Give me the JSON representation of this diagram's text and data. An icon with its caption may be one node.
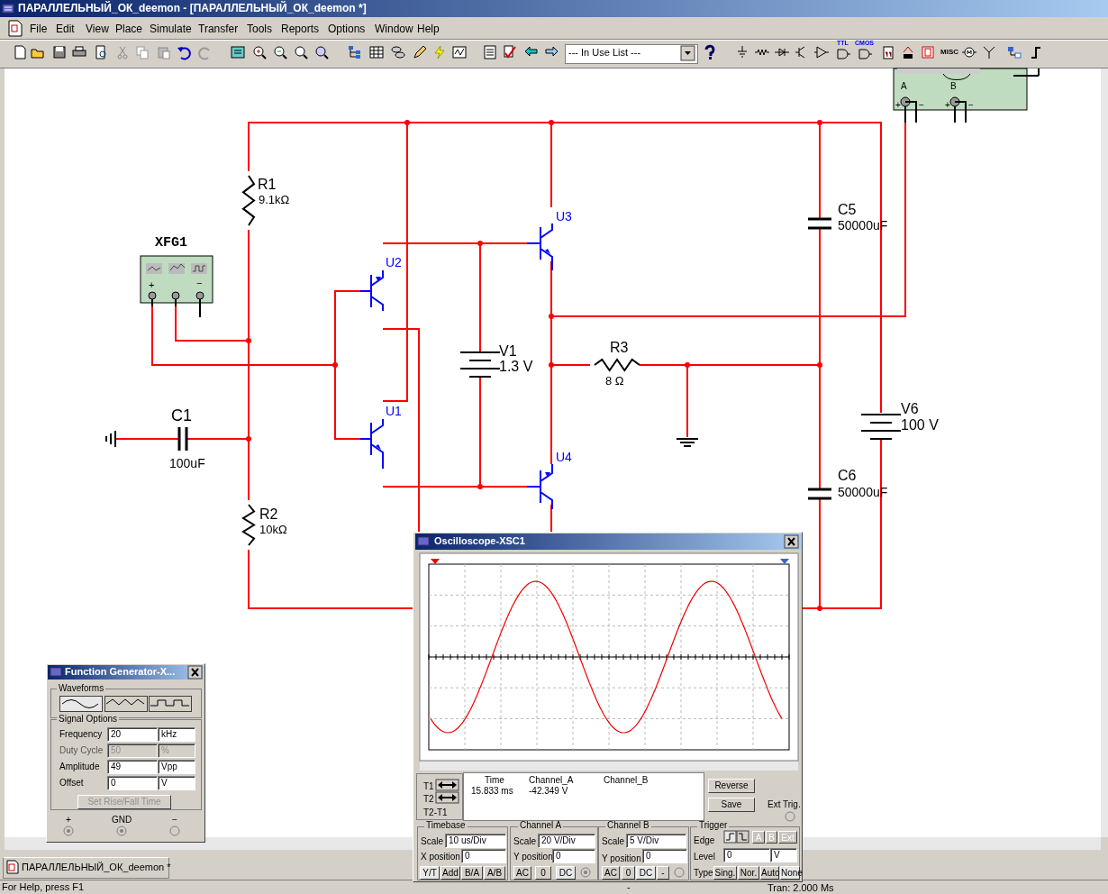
{
  "diagram": {
    "title": "ПАРАЛЛЕЛЬНЫЙ_ОК_deemon - [ПАРАЛЛЕЛЬНЫЙ_ОК_deemon *]",
    "labels": [
      "File",
      "Edit",
      "View",
      "Place",
      "Simulate",
      "Transfer",
      "Tools",
      "Reports",
      "Options",
      "Window",
      "Help",
      "--- In Use List ---",
      "TTL",
      "CMOS",
      "MISC",
      "A",
      "B",
      "+",
      "−",
      "+",
      "−",
      "R1",
      "9.1kΩ",
      "U3",
      "C5",
      "50000uF",
      "XFG1",
      "U2",
      "+",
      "−",
      "V1",
      "1.3 V",
      "R3",
      "8 Ω",
      "U1",
      "C1",
      "100uF",
      "V6",
      "100 V",
      "U4",
      "C6",
      "50000uF",
      "R2",
      "10kΩ",
      "Oscilloscope-XSC1",
      "T1",
      "T2",
      "T2-T1",
      "Time",
      "Channel_A",
      "Channel_B",
      "15.833 ms",
      "-42.349 V",
      "Reverse",
      "Save",
      "Ext Trig.",
      "Timebase",
      "Scale",
      "10 us/Div",
      "X position",
      "0",
      "Y/T",
      "Add",
      "B/A",
      "A/B",
      "Channel A",
      "Scale",
      "20 V/Div",
      "Y position",
      "0",
      "AC",
      "0",
      "DC",
      "Channel B",
      "Scale",
      "5 V/Div",
      "Y position",
      "0",
      "AC",
      "0",
      "DC",
      "-",
      "Trigger",
      "Edge",
      "A",
      "B",
      "Ext",
      "Level",
      "0",
      "V",
      "Type",
      "Sing.",
      "Nor.",
      "Auto",
      "None",
      "Function Generator-X...",
      "Waveforms",
      "Signal Options",
      "Frequency",
      "20",
      "kHz",
      "Duty Cycle",
      "50",
      "%",
      "Amplitude",
      "49",
      "Vpp",
      "Offset",
      "0",
      "V",
      "Set Rise/Fall Time",
      "+",
      "GND",
      "−",
      "ПАРАЛЛЕЛЬНЫЙ_ОК_deemon *",
      "For Help, press F1",
      "-",
      "Tran: 2.000 Ms"
    ]
  }
}
